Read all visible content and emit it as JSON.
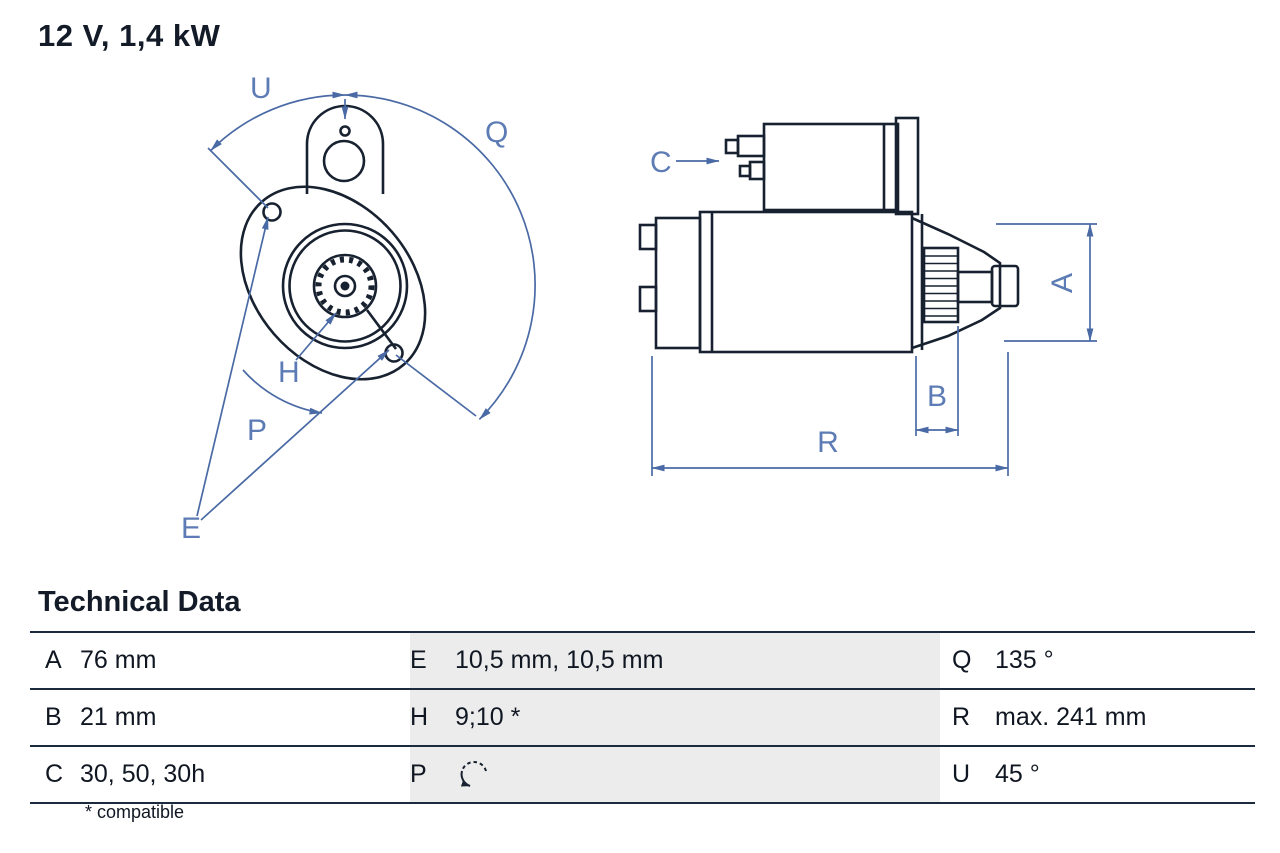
{
  "title": "12 V, 1,4 kW",
  "colors": {
    "accent_blue": "#4a6aa5",
    "label_blue": "#5d7cb5",
    "line_dark": "#17212f",
    "table_shade": "#ececec"
  },
  "diagram": {
    "labels": {
      "U": "U",
      "Q": "Q",
      "H": "H",
      "P": "P",
      "E": "E",
      "C": "C",
      "A": "A",
      "B": "B",
      "R": "R"
    }
  },
  "table": {
    "heading": "Technical Data",
    "footnote": "* compatible",
    "rotation_icon": "rotation-ccw-icon",
    "rows": [
      [
        {
          "key": "A",
          "value": "76 mm"
        },
        {
          "key": "E",
          "value": "10,5 mm, 10,5 mm"
        },
        {
          "key": "Q",
          "value": "135 °"
        }
      ],
      [
        {
          "key": "B",
          "value": "21 mm"
        },
        {
          "key": "H",
          "value": "9;10 *"
        },
        {
          "key": "R",
          "value": "max. 241 mm"
        }
      ],
      [
        {
          "key": "C",
          "value": "30, 50, 30h"
        },
        {
          "key": "P",
          "value": ""
        },
        {
          "key": "U",
          "value": "45 °"
        }
      ]
    ]
  }
}
